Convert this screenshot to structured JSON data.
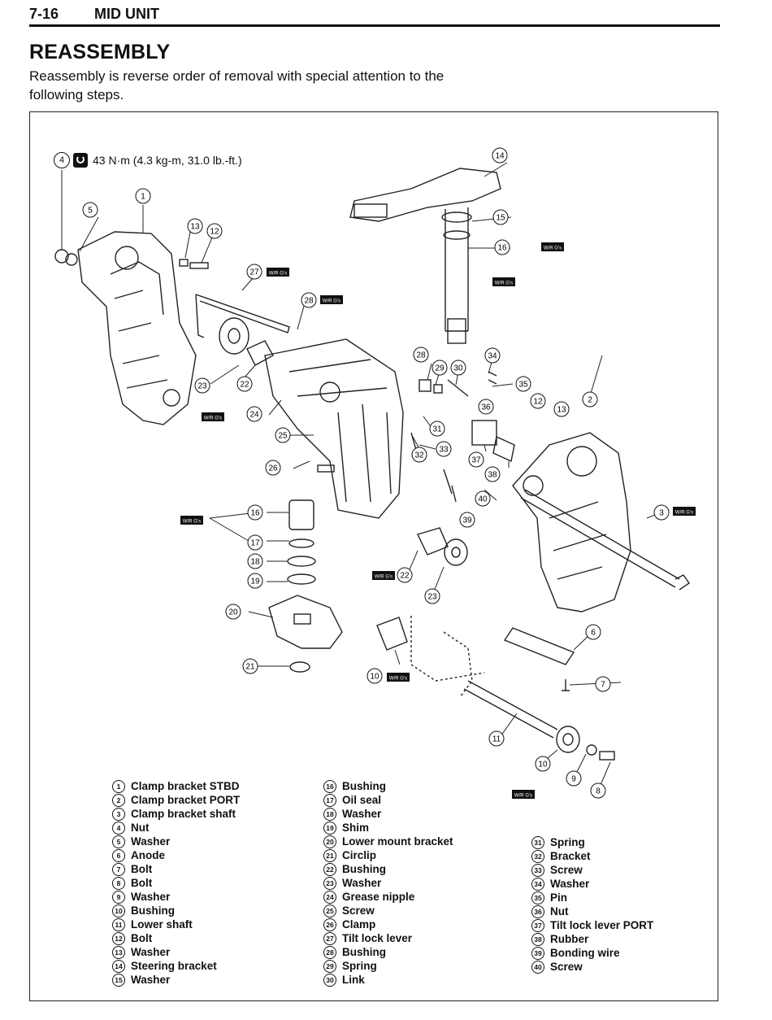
{
  "header": {
    "page_number": "7-16",
    "section": "MID UNIT"
  },
  "title": "REASSEMBLY",
  "intro": "Reassembly is reverse order of removal  with special attention to the following steps.",
  "torque_note": {
    "ref": "4",
    "text": "43 N·m (4.3 kg-m, 31.0 lb.-ft.)",
    "icon": "torque-wrench-icon"
  },
  "grease_tag": "W/R G's",
  "legend": {
    "col1": [
      {
        "num": "1",
        "label": "Clamp bracket STBD"
      },
      {
        "num": "2",
        "label": "Clamp bracket PORT"
      },
      {
        "num": "3",
        "label": "Clamp bracket shaft"
      },
      {
        "num": "4",
        "label": "Nut"
      },
      {
        "num": "5",
        "label": "Washer"
      },
      {
        "num": "6",
        "label": "Anode"
      },
      {
        "num": "7",
        "label": "Bolt"
      },
      {
        "num": "8",
        "label": "Bolt"
      },
      {
        "num": "9",
        "label": "Washer"
      },
      {
        "num": "10",
        "label": "Bushing"
      },
      {
        "num": "11",
        "label": "Lower shaft"
      },
      {
        "num": "12",
        "label": "Bolt"
      },
      {
        "num": "13",
        "label": "Washer"
      },
      {
        "num": "14",
        "label": "Steering bracket"
      },
      {
        "num": "15",
        "label": "Washer"
      }
    ],
    "col2": [
      {
        "num": "16",
        "label": "Bushing"
      },
      {
        "num": "17",
        "label": "Oil seal"
      },
      {
        "num": "18",
        "label": "Washer"
      },
      {
        "num": "19",
        "label": "Shim"
      },
      {
        "num": "20",
        "label": "Lower mount bracket"
      },
      {
        "num": "21",
        "label": "Circlip"
      },
      {
        "num": "22",
        "label": "Bushing"
      },
      {
        "num": "23",
        "label": "Washer"
      },
      {
        "num": "24",
        "label": "Grease nipple"
      },
      {
        "num": "25",
        "label": "Screw"
      },
      {
        "num": "26",
        "label": "Clamp"
      },
      {
        "num": "27",
        "label": "Tilt lock lever"
      },
      {
        "num": "28",
        "label": "Bushing"
      },
      {
        "num": "29",
        "label": "Spring"
      },
      {
        "num": "30",
        "label": "Link"
      }
    ],
    "col3": [
      {
        "num": "31",
        "label": "Spring"
      },
      {
        "num": "32",
        "label": "Bracket"
      },
      {
        "num": "33",
        "label": "Screw"
      },
      {
        "num": "34",
        "label": "Washer"
      },
      {
        "num": "35",
        "label": "Pin"
      },
      {
        "num": "36",
        "label": "Nut"
      },
      {
        "num": "37",
        "label": "Tilt lock lever PORT"
      },
      {
        "num": "38",
        "label": "Rubber"
      },
      {
        "num": "39",
        "label": "Bonding wire"
      },
      {
        "num": "40",
        "label": "Screw"
      }
    ]
  },
  "callouts": [
    {
      "num": "1"
    },
    {
      "num": "2"
    },
    {
      "num": "3"
    },
    {
      "num": "5"
    },
    {
      "num": "6"
    },
    {
      "num": "7"
    },
    {
      "num": "8"
    },
    {
      "num": "9"
    },
    {
      "num": "10"
    },
    {
      "num": "10"
    },
    {
      "num": "11"
    },
    {
      "num": "12"
    },
    {
      "num": "12"
    },
    {
      "num": "13"
    },
    {
      "num": "13"
    },
    {
      "num": "14"
    },
    {
      "num": "15"
    },
    {
      "num": "16"
    },
    {
      "num": "16"
    },
    {
      "num": "17"
    },
    {
      "num": "18"
    },
    {
      "num": "19"
    },
    {
      "num": "20"
    },
    {
      "num": "21"
    },
    {
      "num": "22"
    },
    {
      "num": "22"
    },
    {
      "num": "23"
    },
    {
      "num": "23"
    },
    {
      "num": "24"
    },
    {
      "num": "25"
    },
    {
      "num": "26"
    },
    {
      "num": "27"
    },
    {
      "num": "28"
    },
    {
      "num": "28"
    },
    {
      "num": "29"
    },
    {
      "num": "30"
    },
    {
      "num": "31"
    },
    {
      "num": "32"
    },
    {
      "num": "33"
    },
    {
      "num": "34"
    },
    {
      "num": "35"
    },
    {
      "num": "36"
    },
    {
      "num": "37"
    },
    {
      "num": "38"
    },
    {
      "num": "39"
    },
    {
      "num": "40"
    }
  ]
}
